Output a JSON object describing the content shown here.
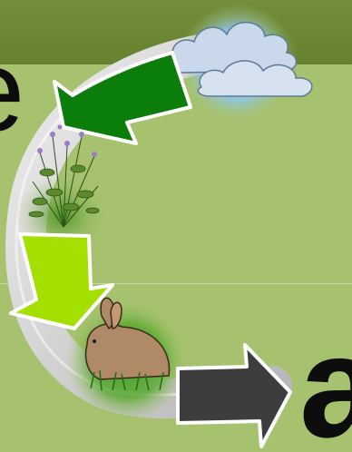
{
  "slide": {
    "left_letter": "e",
    "right_letter": "a"
  },
  "cycle": {
    "nodes": [
      "cloud-icon",
      "plant-icon",
      "rabbit-icon"
    ],
    "arrows": [
      {
        "name": "arrow-cloud-to-plant",
        "color": "#0b7d0b"
      },
      {
        "name": "arrow-plant-to-rabbit",
        "color": "#a5df00"
      },
      {
        "name": "arrow-rabbit-out",
        "color": "#3d3d3d"
      }
    ]
  },
  "colors": {
    "background": "#a6c26e",
    "header_band": "#6c8836",
    "ring": "#cfcfcf"
  }
}
